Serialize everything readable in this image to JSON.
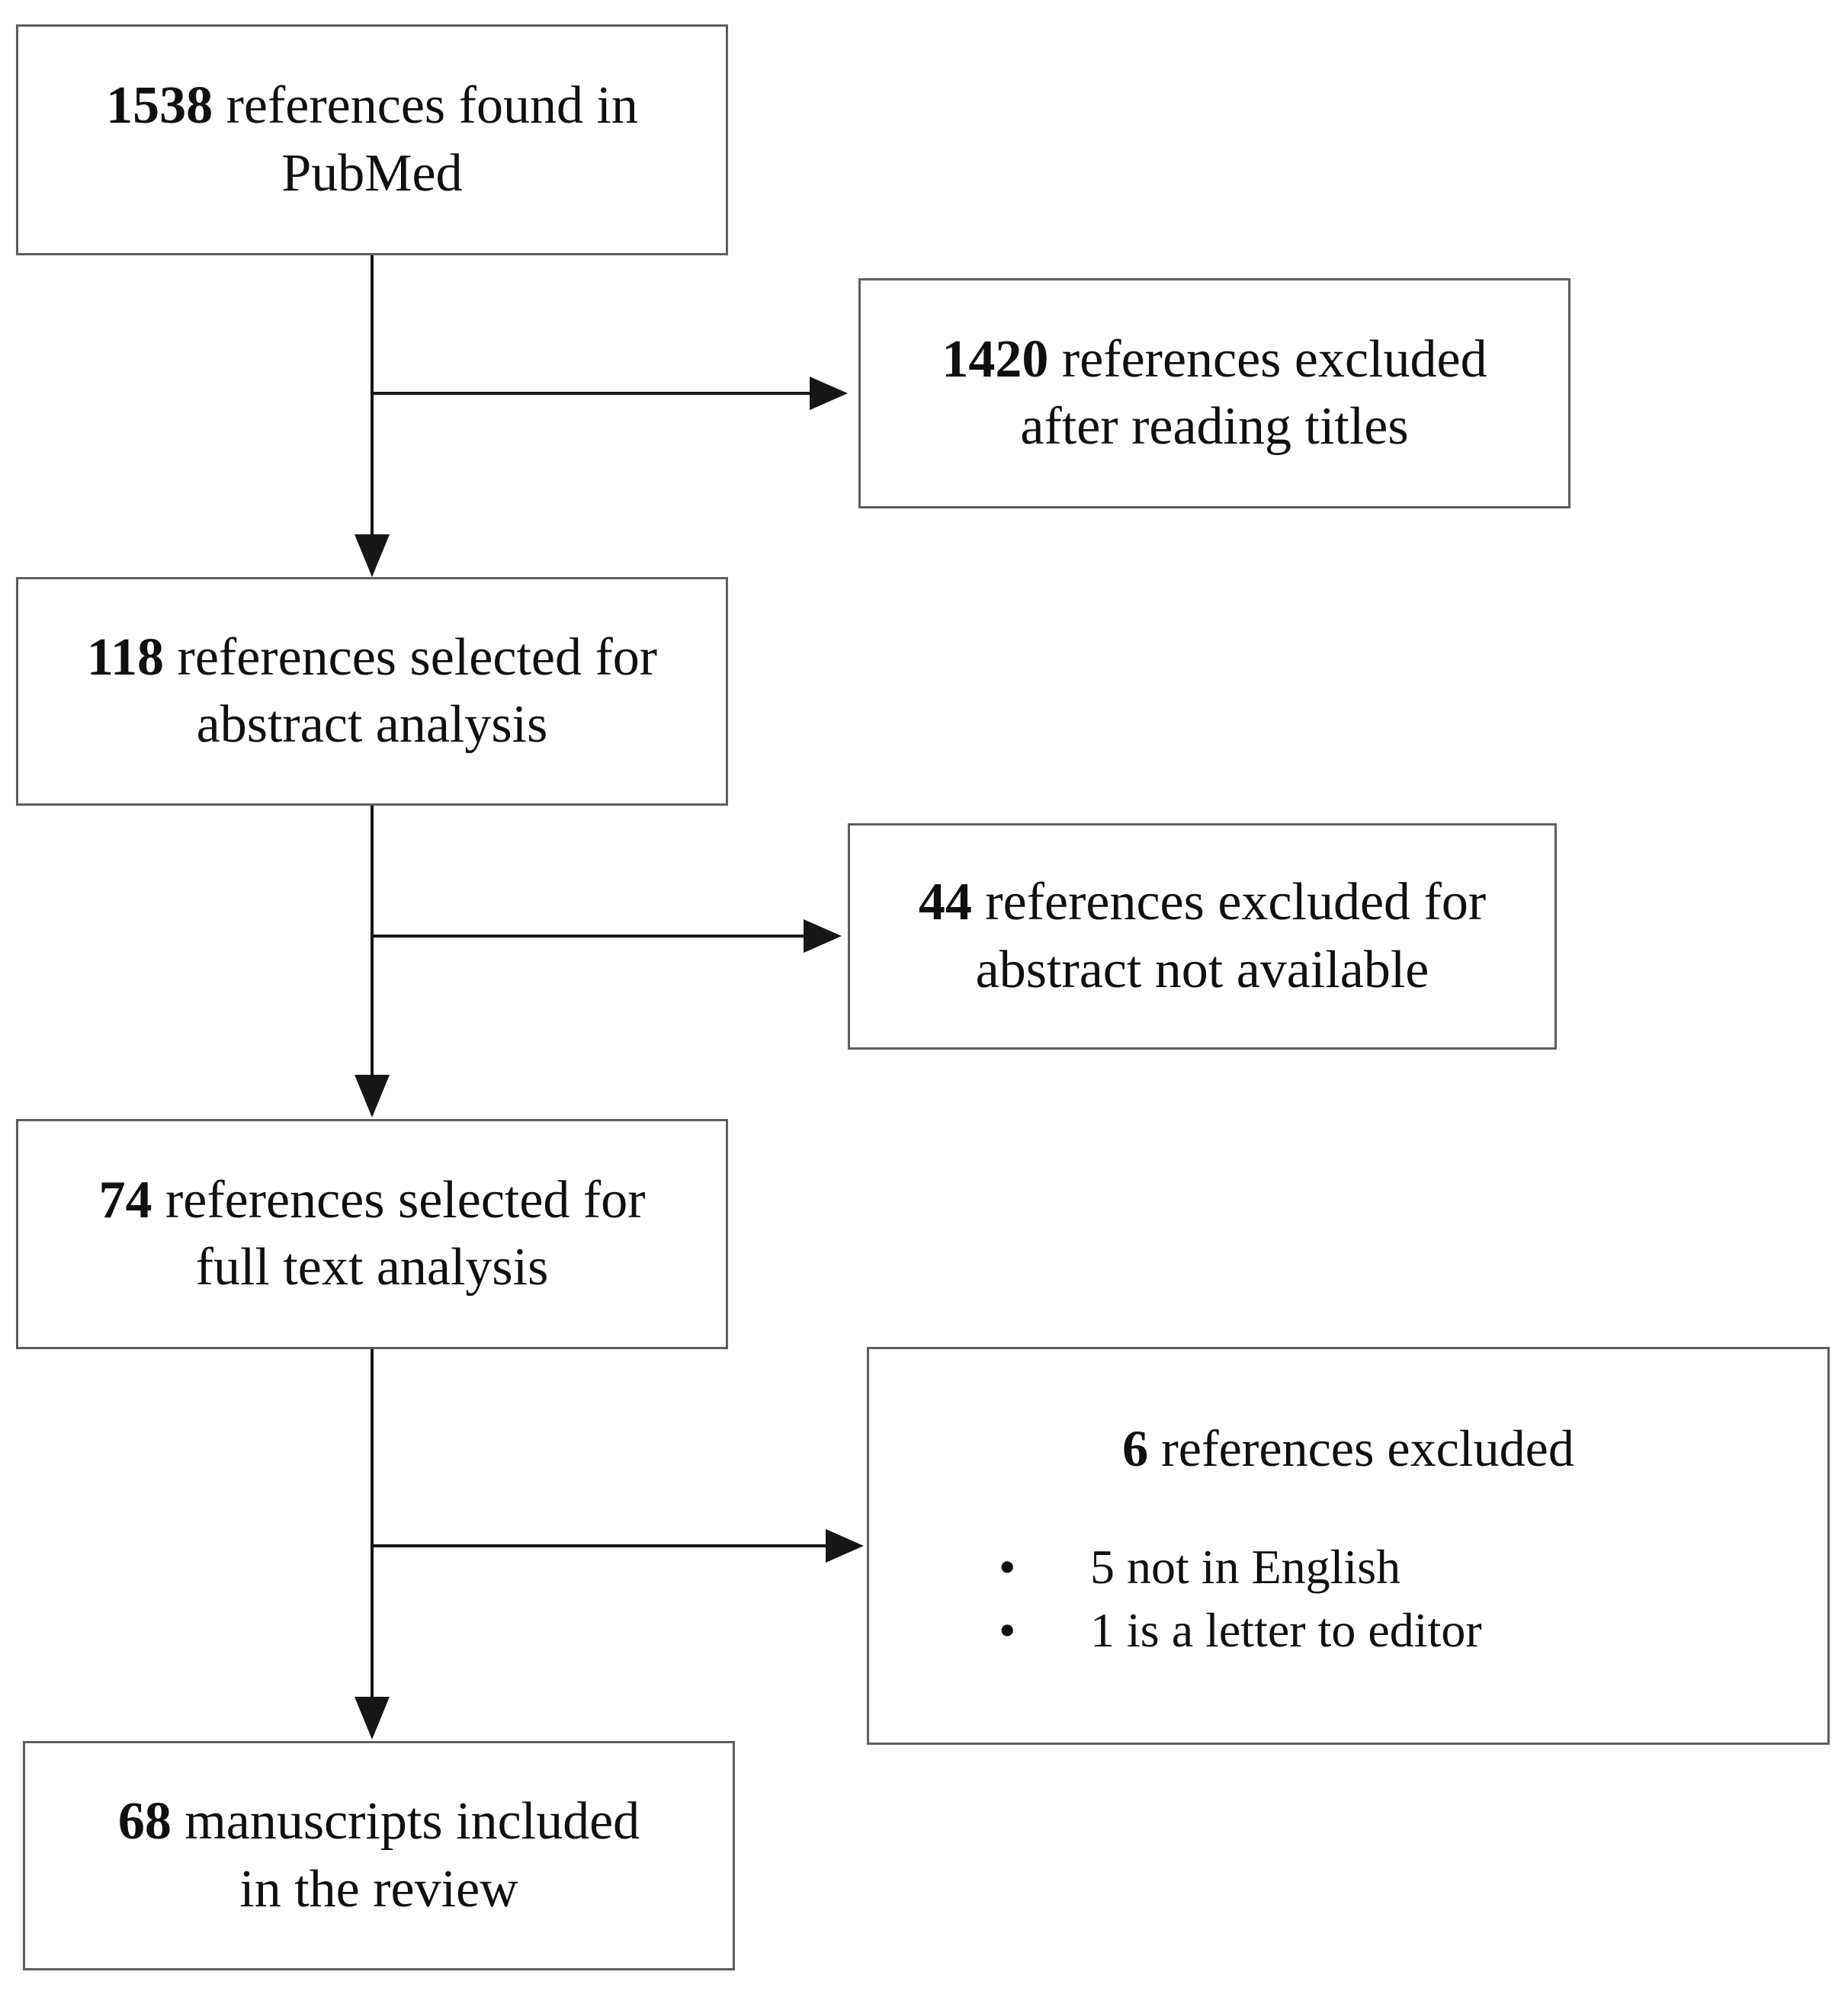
{
  "flowchart": {
    "type": "flowchart",
    "boxes": [
      {
        "number": "1538",
        "text_after_number": " references found in",
        "line2": "PubMed"
      },
      {
        "number": "1420",
        "text_after_number": " references excluded",
        "line2": "after reading titles"
      },
      {
        "number": "118",
        "text_after_number": " references selected for",
        "line2": "abstract analysis"
      },
      {
        "number": "44",
        "text_after_number": " references excluded for",
        "line2": "abstract not available"
      },
      {
        "number": "74",
        "text_after_number": " references selected for",
        "line2": "full text analysis"
      },
      {
        "number": "6",
        "text_after_number": " references excluded",
        "bullets": [
          "5 not in English",
          "1 is a letter to editor"
        ],
        "bullet_marker": "•"
      },
      {
        "number": "68",
        "text_after_number": " manuscripts included",
        "line2": "in the review"
      }
    ],
    "colors": {
      "box_border": "#5e5e5e",
      "connector": "#161616",
      "text": "#101010",
      "background": "#ffffff"
    }
  }
}
